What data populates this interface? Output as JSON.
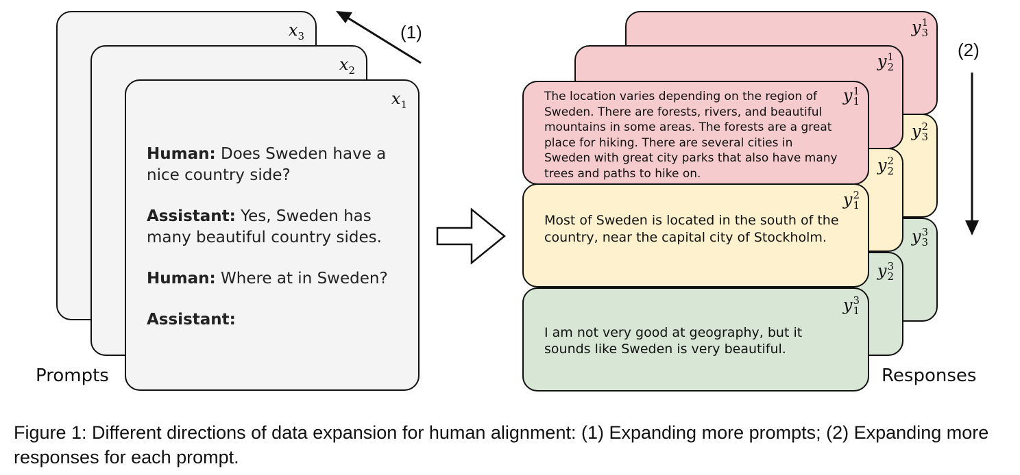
{
  "prompts": {
    "card_labels": {
      "x3": {
        "base": "x",
        "sub": "3"
      },
      "x2": {
        "base": "x",
        "sub": "2"
      },
      "x1": {
        "base": "x",
        "sub": "1"
      }
    },
    "dialogue": [
      {
        "speaker": "Human:",
        "text": " Does Sweden have a nice country side?"
      },
      {
        "speaker": "Assistant:",
        "text": " Yes, Sweden has many beautiful country sides."
      },
      {
        "speaker": "Human:",
        "text": " Where at in Sweden?"
      },
      {
        "speaker": "Assistant:",
        "text": ""
      }
    ],
    "label": "Prompts"
  },
  "responses": {
    "label": "Responses",
    "card_labels": {
      "y3_1": {
        "base": "y",
        "sup": "1",
        "sub": "3"
      },
      "y2_1": {
        "base": "y",
        "sup": "1",
        "sub": "2"
      },
      "y1_1": {
        "base": "y",
        "sup": "1",
        "sub": "1"
      },
      "y3_2": {
        "base": "y",
        "sup": "2",
        "sub": "3"
      },
      "y2_2": {
        "base": "y",
        "sup": "2",
        "sub": "2"
      },
      "y1_2": {
        "base": "y",
        "sup": "2",
        "sub": "1"
      },
      "y3_3": {
        "base": "y",
        "sup": "3",
        "sub": "3"
      },
      "y2_3": {
        "base": "y",
        "sup": "3",
        "sub": "2"
      },
      "y1_3": {
        "base": "y",
        "sup": "3",
        "sub": "1"
      }
    },
    "texts": {
      "red": "The location varies depending on the region of Sweden. There are forests, rivers, and beautiful mountains in some areas. The forests are a great place for hiking. There are several cities in Sweden with great city parks that also have many trees and paths to hike on.",
      "yellow": "Most of Sweden is located in the south of the country, near the capital city of Stockholm.",
      "green": "I am not very good at geography, but it sounds like Sweden is very beautiful."
    }
  },
  "arrows": {
    "label_1": "(1)",
    "label_2": "(2)"
  },
  "caption": "Figure 1: Different directions of data expansion for human alignment: (1) Expanding more prompts; (2) Expanding more responses for each prompt.",
  "colors": {
    "red": "#f6cbcd",
    "yellow": "#fdf1ce",
    "green": "#d7e6d5",
    "prompt": "#f4f4f4"
  }
}
